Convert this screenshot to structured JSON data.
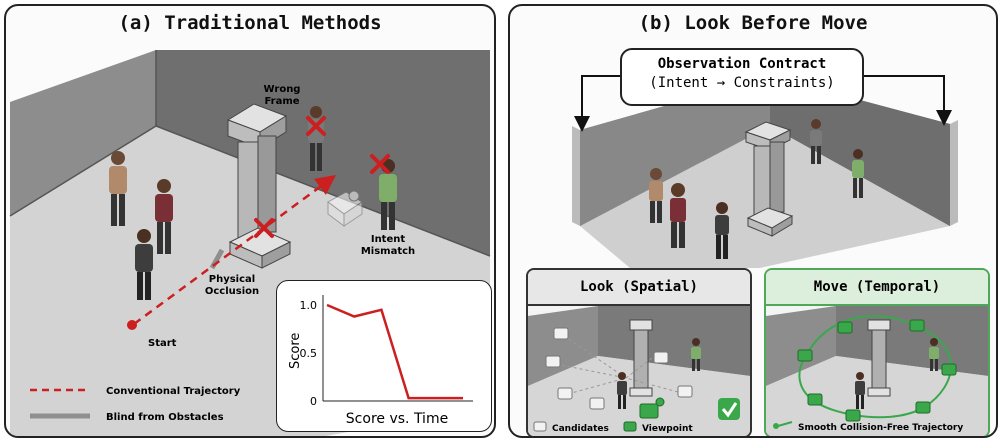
{
  "panel_a": {
    "title": "(a) Traditional Methods",
    "labels": {
      "wrong_frame": "Wrong\nFrame",
      "physical_occlusion": "Physical\nOcclusion",
      "intent_mismatch": "Intent\nMismatch",
      "start": "Start"
    },
    "legend": {
      "conventional": "Conventional Trajectory",
      "blind": "Blind from Obstacles"
    },
    "chart_data": {
      "type": "line",
      "title": "Score vs. Time",
      "ylabel": "Score",
      "xlabel": "",
      "y_ticks": [
        "1.0",
        "0.5",
        "0"
      ],
      "ylim": [
        0,
        1.0
      ],
      "x": [
        0,
        1,
        2,
        3,
        4,
        5
      ],
      "values": [
        1.0,
        0.88,
        0.95,
        0.03,
        0.03,
        0.03
      ],
      "line_color": "#cc1f1f"
    }
  },
  "panel_b": {
    "title": "(b) Look Before Move",
    "contract": {
      "title": "Observation Contract",
      "subtitle": "(Intent → Constraints)"
    },
    "look": {
      "title": "Look (Spatial)",
      "legend_candidates": "Candidates",
      "legend_viewpoint": "Viewpoint"
    },
    "move": {
      "title": "Move (Temporal)",
      "legend": "Smooth Collision-Free Trajectory"
    }
  },
  "colors": {
    "red": "#cc1f1f",
    "green": "#3aa84a",
    "wall": "#8f8f8f",
    "floor": "#cfcfcf"
  }
}
